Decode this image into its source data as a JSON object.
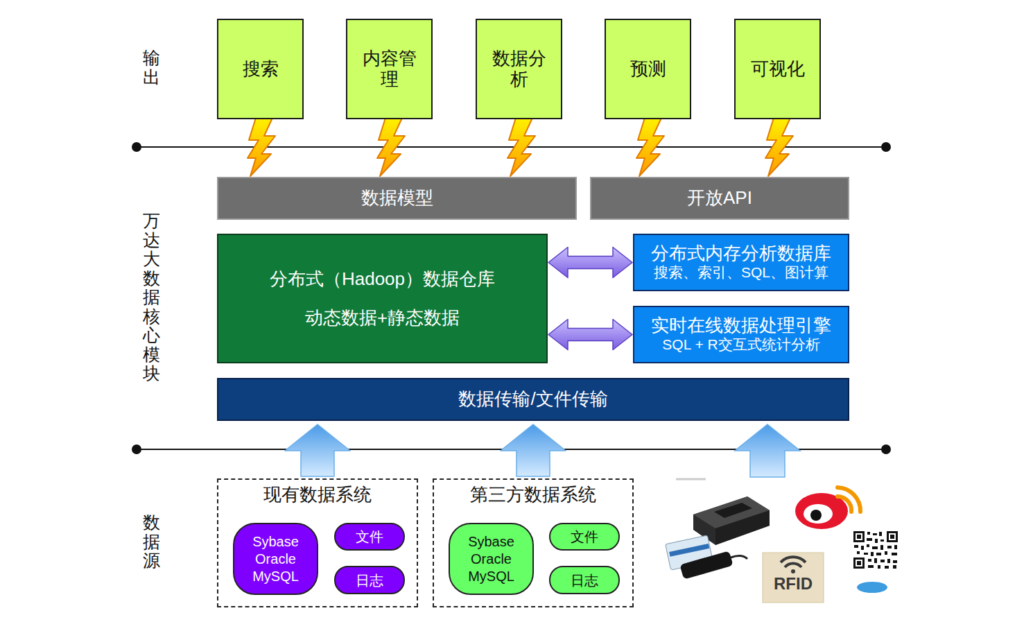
{
  "diagram": {
    "nodes": [
      {
        "text": [
          "搜索"
        ]
      },
      {
        "text": [
          "内容管理"
        ]
      },
      {
        "text": [
          "数据分析"
        ]
      },
      {
        "text": [
          "预测"
        ]
      },
      {
        "text": [
          "可视化"
        ]
      },
      {
        "text": [
          "数据模型"
        ]
      },
      {
        "text": [
          "开放API"
        ]
      },
      {
        "text": [
          "分布式（Hadoop）数据仓库",
          "动态数据+静态数据"
        ]
      },
      {
        "text": [
          "分布式内存分析数据库",
          "搜索、索引、SQL、图计算"
        ]
      },
      {
        "text": [
          "实时在线数据处理引擎",
          "SQL + R交互式统计分析"
        ]
      },
      {
        "text": [
          "数据传输/文件传输"
        ]
      },
      {
        "text": [
          "现有数据系统"
        ]
      },
      {
        "text": [
          "Sybase Oracle MySQL"
        ],
        "in": 11
      },
      {
        "text": [
          "文件"
        ],
        "in": 11
      },
      {
        "text": [
          "日志"
        ],
        "in": 11
      },
      {
        "text": [
          "第三方数据系统"
        ]
      },
      {
        "text": [
          "Sybase Oracle MySQL"
        ],
        "in": 15
      },
      {
        "text": [
          "文件"
        ],
        "in": 15
      },
      {
        "text": [
          "日志"
        ],
        "in": 15
      }
    ],
    "edges": [
      {
        "from": 7,
        "to": 8,
        "arrow": "both"
      },
      {
        "from": 7,
        "to": 9,
        "arrow": "both"
      },
      {
        "from": 11,
        "to": 10,
        "arrow": "to"
      },
      {
        "from": 15,
        "to": 10,
        "arrow": "to"
      }
    ],
    "labels": [
      "输出",
      "万达大数据核心模块",
      "数据源",
      "RFID"
    ]
  }
}
